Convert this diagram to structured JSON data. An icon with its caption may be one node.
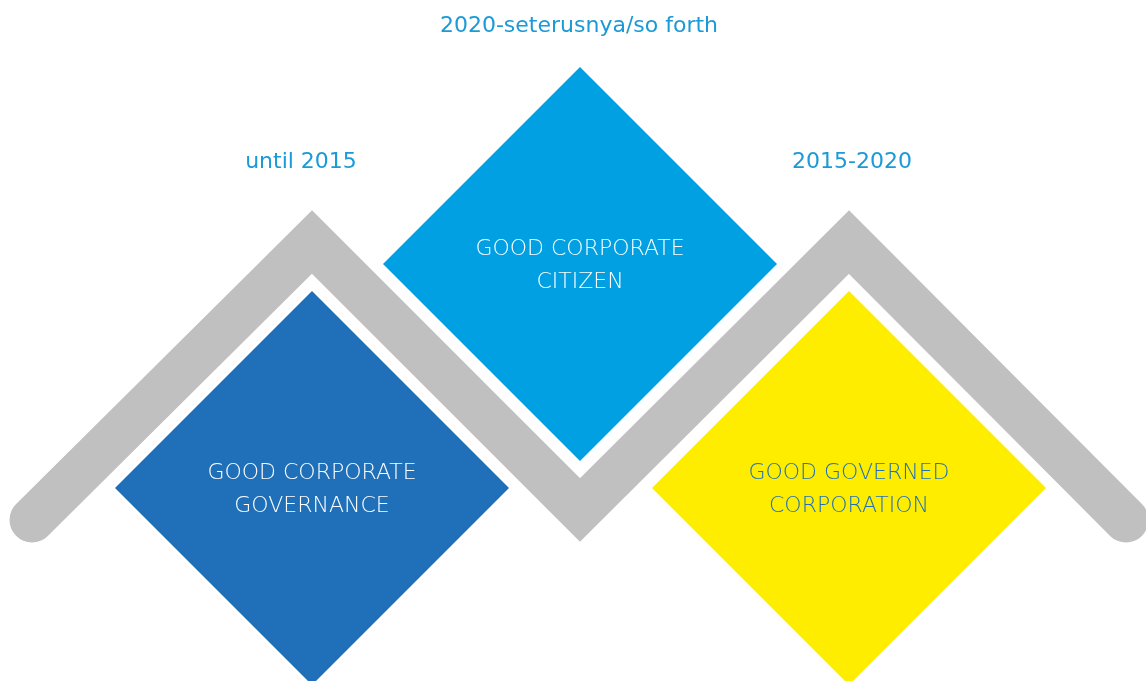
{
  "diagram": {
    "nodes": [
      {
        "text": [
          "GOOD CORPORATE GOVERNANCE"
        ]
      },
      {
        "text": [
          "GOOD CORPORATE CITIZEN"
        ]
      },
      {
        "text": [
          "GOOD GOVERNED CORPORATION"
        ]
      }
    ],
    "labels": [
      "2020-seterusnya/so forth",
      "until 2015",
      "2015-2020"
    ]
  }
}
